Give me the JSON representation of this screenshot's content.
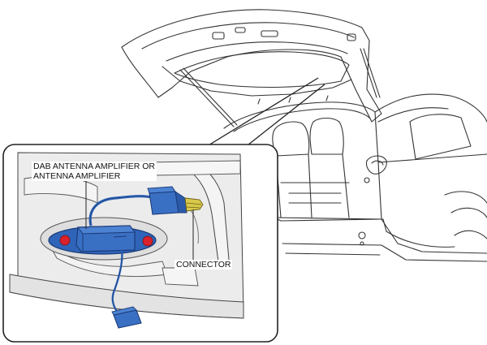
{
  "callouts": {
    "amplifier_line1": "DAB ANTENNA AMPLIFIER OR",
    "amplifier_line2": "ANTENNA AMPLIFIER",
    "connector": "CONNECTOR"
  },
  "colors": {
    "component_blue": "#2f64b8",
    "screw_red": "#d9222b",
    "connector_yellow": "#d8c84a",
    "panel_gray": "#e9e9e9",
    "line_dark": "#333333"
  }
}
